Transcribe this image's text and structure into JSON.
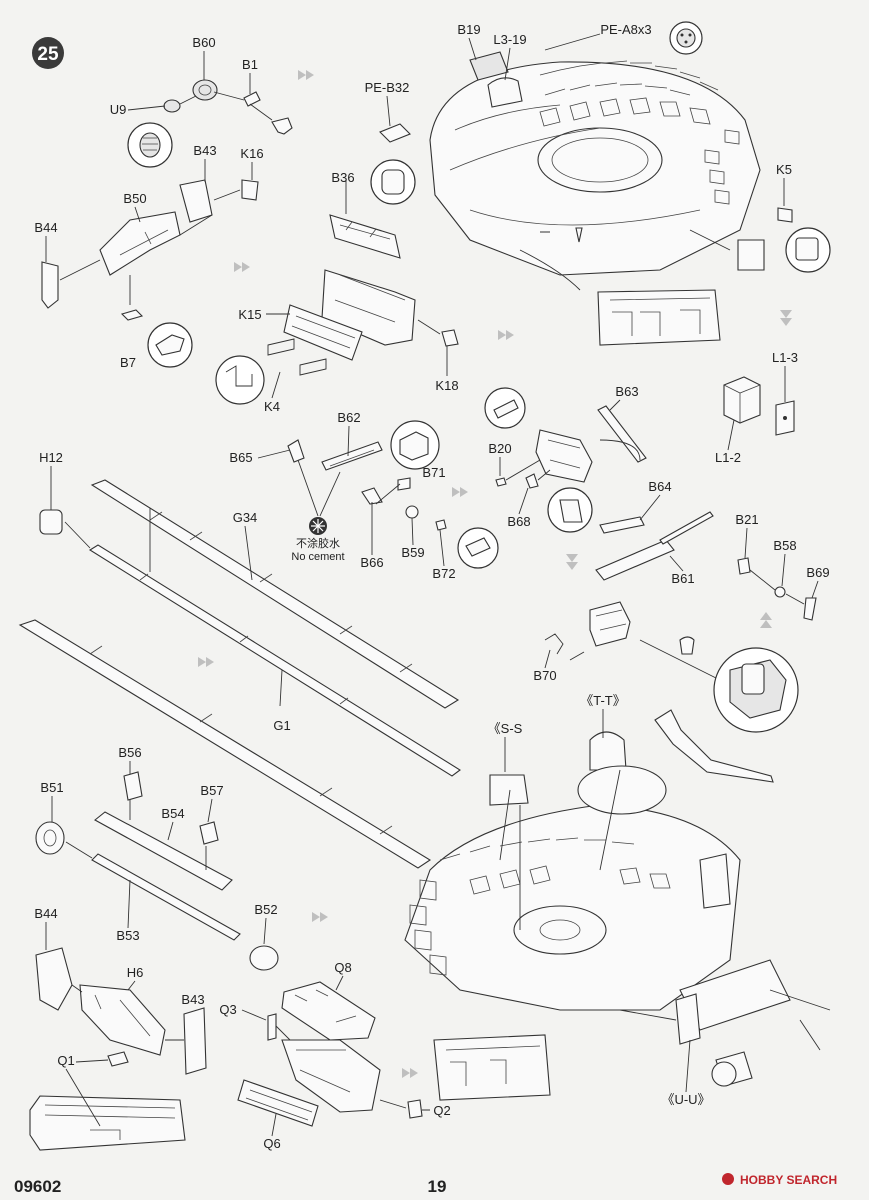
{
  "step": "25",
  "catalog_code": "09602",
  "page_number": "19",
  "watermark": "HOBBY SEARCH",
  "note_lines": [
    "不涂胶水",
    "No cement"
  ],
  "labels": {
    "u9": "U9",
    "b60": "B60",
    "b1": "B1",
    "b43_top": "B43",
    "k16": "K16",
    "b50": "B50",
    "b44_top": "B44",
    "b7": "B7",
    "b36": "B36",
    "k15": "K15",
    "k4": "K4",
    "k18": "K18",
    "pe_b32": "PE-B32",
    "b19": "B19",
    "l3_19": "L3-19",
    "pe_a8x3": "PE-A8x3",
    "k5": "K5",
    "l1_3": "L1-3",
    "l1_2": "L1-2",
    "b63": "B63",
    "b20": "B20",
    "b68": "B68",
    "b64": "B64",
    "b61": "B61",
    "b21": "B21",
    "b58": "B58",
    "b69": "B69",
    "b70": "B70",
    "h12": "H12",
    "g34": "G34",
    "g1": "G1",
    "b62": "B62",
    "b65": "B65",
    "b71": "B71",
    "b66": "B66",
    "b59": "B59",
    "b72": "B72",
    "ss": "《S-S",
    "tt": "《T-T》",
    "uu": "《U-U》",
    "b56": "B56",
    "b51": "B51",
    "b54": "B54",
    "b57": "B57",
    "b53": "B53",
    "b52": "B52",
    "b44_bot": "B44",
    "h6": "H6",
    "b43_bot": "B43",
    "q1": "Q1",
    "q8": "Q8",
    "q3": "Q3",
    "q6": "Q6",
    "q2": "Q2"
  }
}
